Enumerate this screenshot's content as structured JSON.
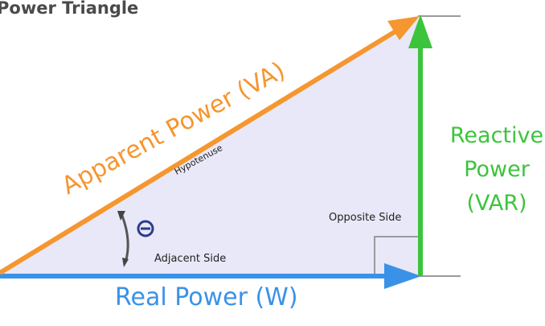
{
  "title": "Power Triangle",
  "labels": {
    "apparent": "Apparent Power (VA)",
    "hypotenuse": "Hypotenuse",
    "reactive_line1": "Reactive",
    "reactive_line2": "Power",
    "reactive_line3": "(VAR)",
    "real": "Real Power (W)",
    "adjacent": "Adjacent Side",
    "opposite": "Opposite Side",
    "angle": "Θ"
  },
  "colors": {
    "apparent": "#f5962f",
    "reactive": "#3cc43c",
    "real": "#3a92e8",
    "fill": "#e8e8f8",
    "guides": "#9a9a9a"
  }
}
